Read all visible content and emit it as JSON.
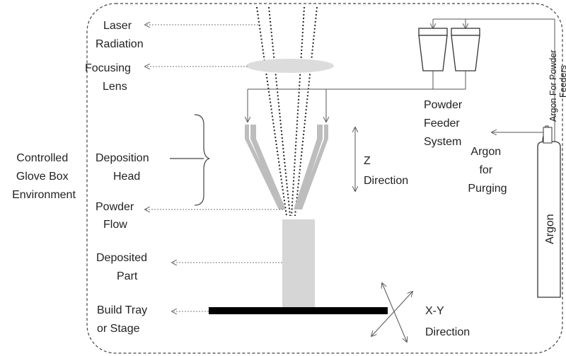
{
  "colors": {
    "line": "#555555",
    "fill_gray": "#bdbdbd",
    "fill_light": "#d6d6d6",
    "lens": "#dcdcdc",
    "tray": "#000000",
    "text": "#222222"
  },
  "labels": {
    "controlled": [
      "Controlled",
      "Glove Box",
      "Environment"
    ],
    "laser": [
      "Laser",
      "Radiation"
    ],
    "focusing": [
      "Focusing",
      "Lens"
    ],
    "deposition_head": [
      "Deposition",
      "Head"
    ],
    "powder_flow": [
      "Powder",
      "Flow"
    ],
    "deposited_part": [
      "Deposited",
      "Part"
    ],
    "build_tray": [
      "Build Tray",
      "or Stage"
    ],
    "z_direction": [
      "Z",
      "Direction"
    ],
    "xy_direction": [
      "X-Y",
      "Direction"
    ],
    "powder_feeder": [
      "Powder",
      "Feeder",
      "System"
    ],
    "argon_purging": [
      "Argon",
      "for",
      "Purging"
    ],
    "argon_feeders": [
      "Argon For Powder",
      "Feeders"
    ],
    "argon_cylinder": "Argon"
  }
}
